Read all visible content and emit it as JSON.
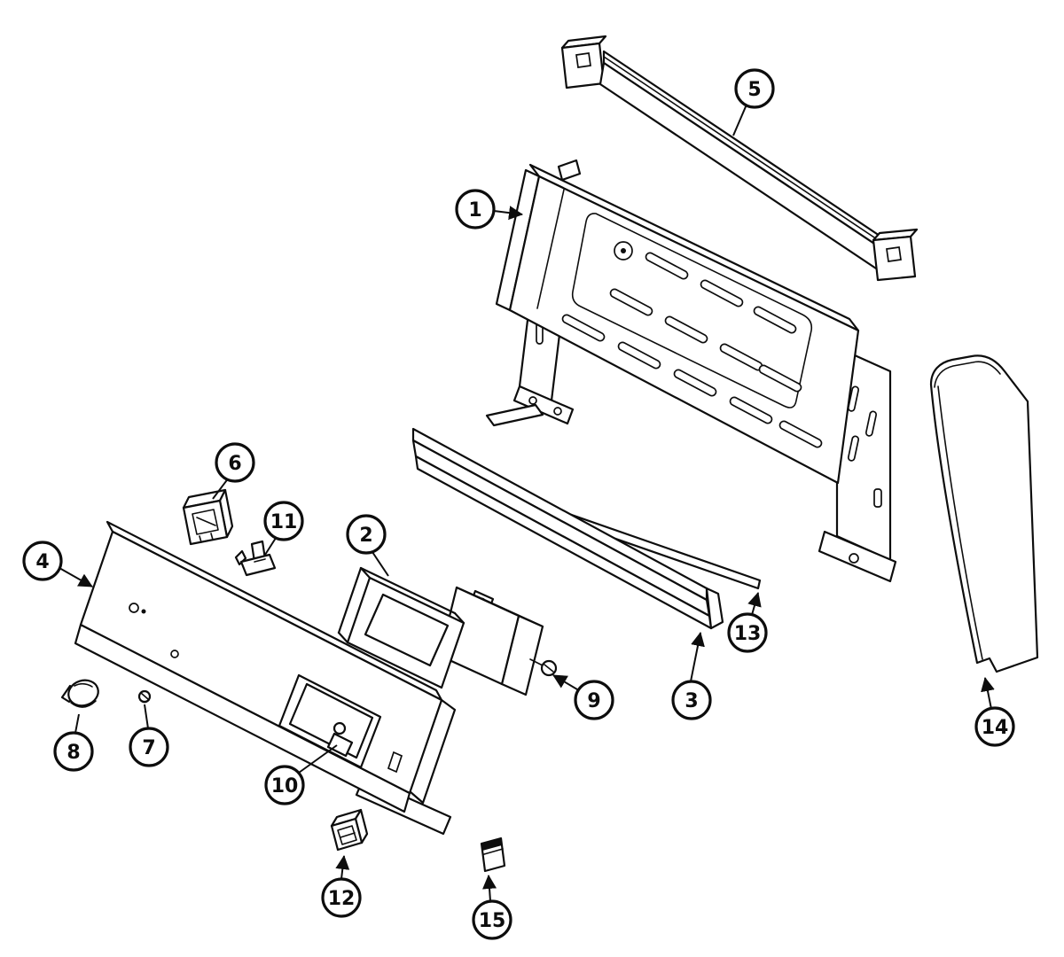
{
  "colors": {
    "line": "#0d0d0d",
    "background": "#ffffff"
  },
  "callouts": [
    {
      "number": "1"
    },
    {
      "number": "2"
    },
    {
      "number": "3"
    },
    {
      "number": "4"
    },
    {
      "number": "5"
    },
    {
      "number": "6"
    },
    {
      "number": "7"
    },
    {
      "number": "8"
    },
    {
      "number": "9"
    },
    {
      "number": "10"
    },
    {
      "number": "11"
    },
    {
      "number": "12"
    },
    {
      "number": "13"
    },
    {
      "number": "14"
    },
    {
      "number": "15"
    }
  ]
}
